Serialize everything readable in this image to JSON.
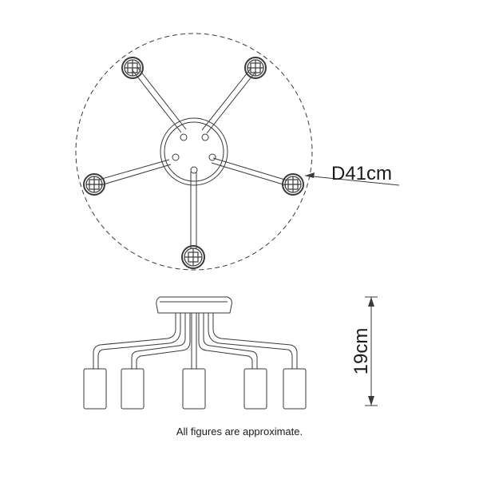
{
  "diameter_label": "D41cm",
  "height_label": "19cm",
  "caption": "All figures are approximate.",
  "colors": {
    "line": "#3a3a3a",
    "background": "#ffffff"
  }
}
